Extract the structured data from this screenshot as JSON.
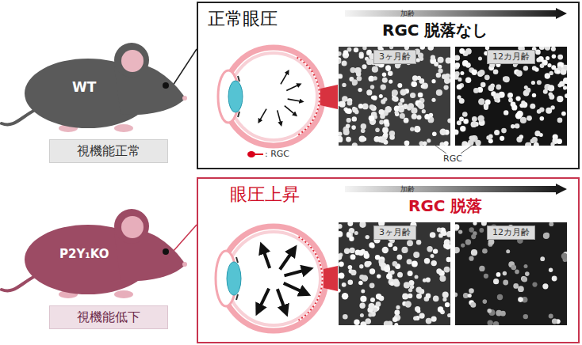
{
  "diagram": {
    "nodes": [
      {
        "text": [
          "WT"
        ]
      },
      {
        "text": [
          "視機能正常"
        ]
      },
      {
        "text": [
          "正常眼圧",
          "RGC 脱落なし"
        ]
      },
      {
        "text": [
          "加齢"
        ],
        "in": 2
      },
      {
        "text": [
          "3ヶ月齢"
        ],
        "in": 2
      },
      {
        "text": [
          "12カ月齢"
        ],
        "in": 2
      },
      {
        "text": [
          "P2Y₁KO"
        ]
      },
      {
        "text": [
          "視機能低下"
        ]
      },
      {
        "text": [
          "眼圧上昇",
          "RGC 脱落"
        ]
      },
      {
        "text": [
          "加齢"
        ],
        "in": 8
      },
      {
        "text": [
          "3ヶ月齢"
        ],
        "in": 8
      },
      {
        "text": [
          "12カ月齢"
        ],
        "in": 8
      }
    ],
    "edges": [
      {
        "from": 0,
        "to": 2,
        "arrow": "none"
      },
      {
        "from": 6,
        "to": 8,
        "arrow": "none"
      }
    ],
    "labels": [
      "RGC"
    ],
    "legend": [
      {
        "text": ": RGC",
        "color": "#d9001b"
      }
    ]
  }
}
